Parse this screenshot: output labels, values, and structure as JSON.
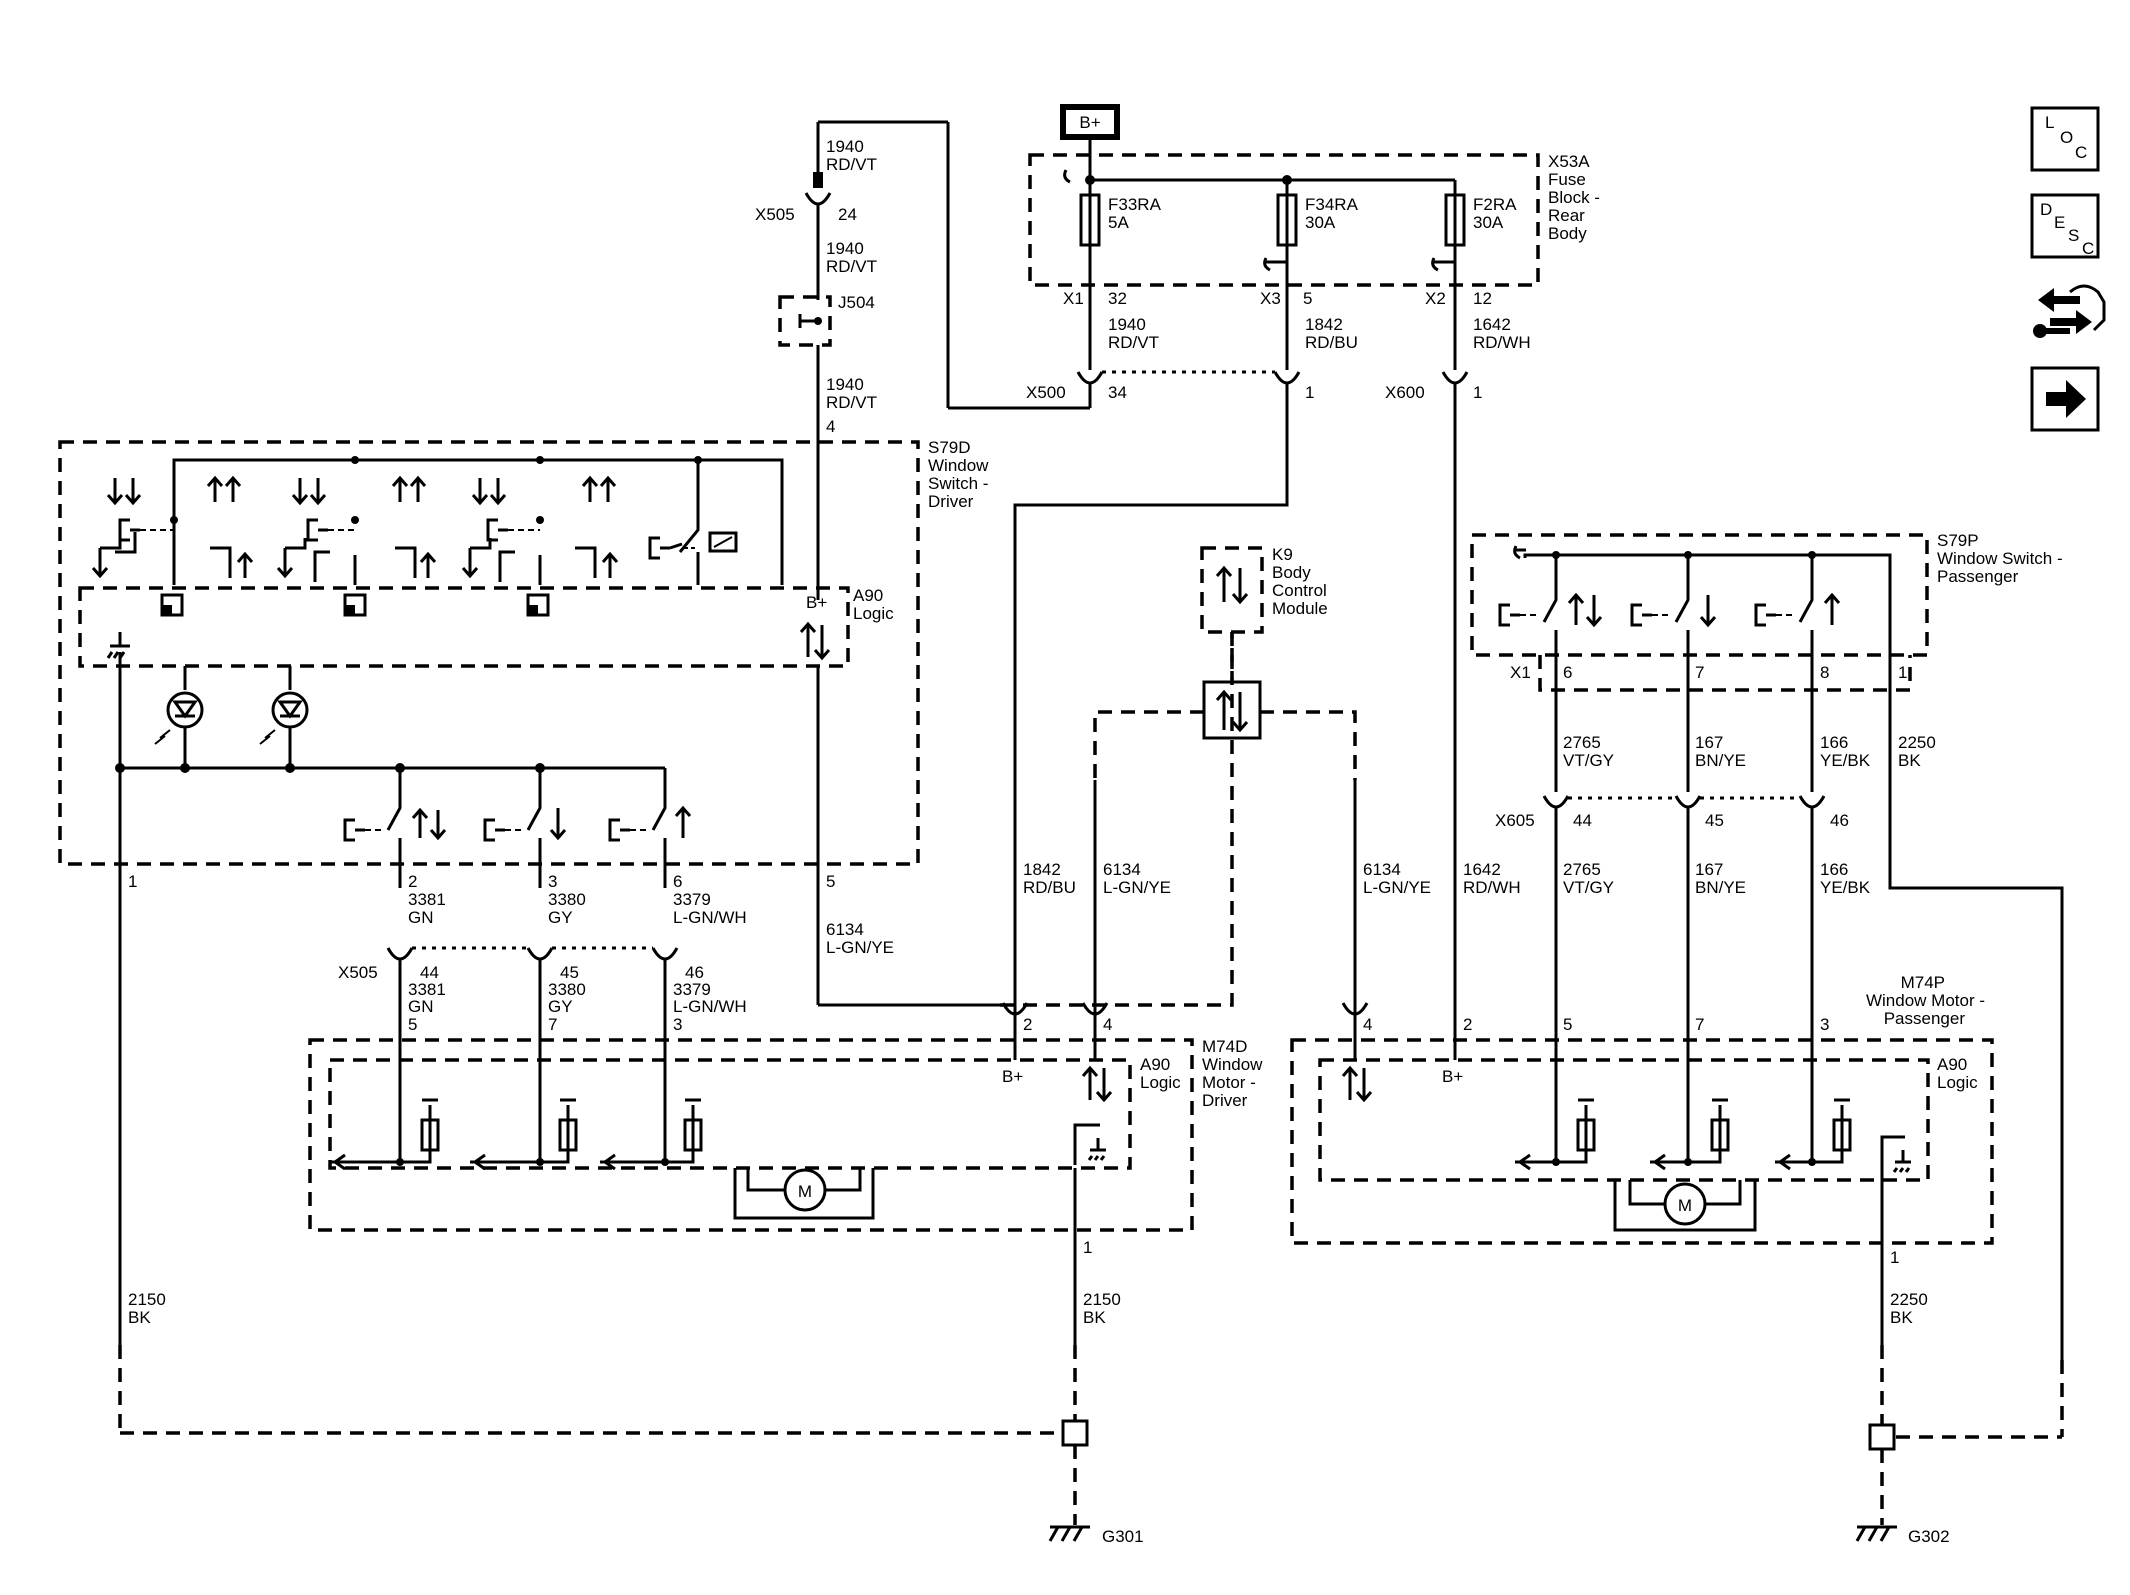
{
  "power": {
    "bplus": "B+"
  },
  "fuse_block": {
    "name": [
      "X53A",
      "Fuse",
      "Block -",
      "Rear",
      "Body"
    ],
    "fuses": [
      {
        "id": "F33RA",
        "rating": "5A"
      },
      {
        "id": "F34RA",
        "rating": "30A"
      },
      {
        "id": "F2RA",
        "rating": "30A"
      }
    ],
    "pins": [
      {
        "conn": "X1",
        "pin": "32"
      },
      {
        "conn": "X3",
        "pin": "5"
      },
      {
        "conn": "X2",
        "pin": "12"
      }
    ]
  },
  "wires": {
    "w1940_top": [
      "1940",
      "RD/VT"
    ],
    "w1940_mid": [
      "1940",
      "RD/VT"
    ],
    "w1940_low": [
      "1940",
      "RD/VT"
    ],
    "w1940_fuse": [
      "1940",
      "RD/VT"
    ],
    "w1842_fuse": [
      "1842",
      "RD/BU"
    ],
    "w1642_fuse": [
      "1642",
      "RD/WH"
    ],
    "w1842_low": [
      "1842",
      "RD/BU"
    ],
    "w6134_a": [
      "6134",
      "L-GN/YE"
    ],
    "w6134_b": [
      "6134",
      "L-GN/YE"
    ],
    "w6134_c": [
      "6134",
      "L-GN/YE"
    ],
    "w1642_low": [
      "1642",
      "RD/WH"
    ],
    "w3381_a": [
      "3381",
      "GN"
    ],
    "w3380_a": [
      "3380",
      "GY"
    ],
    "w3379_a": [
      "3379",
      "L-GN/WH"
    ],
    "w3381_b": [
      "3381",
      "GN"
    ],
    "w3380_b": [
      "3380",
      "GY"
    ],
    "w3379_b": [
      "3379",
      "L-GN/WH"
    ],
    "w2765_a": [
      "2765",
      "VT/GY"
    ],
    "w167_a": [
      "167",
      "BN/YE"
    ],
    "w166_a": [
      "166",
      "YE/BK"
    ],
    "w2250_a": [
      "2250",
      "BK"
    ],
    "w2765_b": [
      "2765",
      "VT/GY"
    ],
    "w167_b": [
      "167",
      "BN/YE"
    ],
    "w166_b": [
      "166",
      "YE/BK"
    ],
    "w2150_a": [
      "2150",
      "BK"
    ],
    "w2150_b": [
      "2150",
      "BK"
    ],
    "w2250_b": [
      "2250",
      "BK"
    ]
  },
  "connectors": {
    "x505_top": {
      "name": "X505",
      "pin": "24"
    },
    "j504": "J504",
    "x500": {
      "name": "X500",
      "pin_a": "34",
      "pin_b": "1"
    },
    "x600": {
      "name": "X600",
      "pin": "1"
    },
    "x505_low": {
      "name": "X505",
      "pins": [
        "44",
        "45",
        "46"
      ]
    },
    "x605": {
      "name": "X605",
      "pins": [
        "44",
        "45",
        "46"
      ]
    }
  },
  "switch_driver": {
    "name": [
      "S79D",
      "Window",
      "Switch -",
      "Driver"
    ],
    "logic": [
      "A90",
      "Logic"
    ],
    "bplus": "B+",
    "pin_top": "4",
    "pins_bottom": [
      "2",
      "3",
      "6"
    ],
    "pin_gnd": "1",
    "pin_data": "5"
  },
  "bcm": {
    "name": [
      "K9",
      "Body",
      "Control",
      "Module"
    ]
  },
  "switch_pass": {
    "name": [
      "S79P",
      "Window Switch -",
      "Passenger"
    ],
    "conn": "X1",
    "pins": [
      "6",
      "7",
      "8",
      "1"
    ]
  },
  "motor_driver": {
    "name": [
      "M74D",
      "Window",
      "Motor -",
      "Driver"
    ],
    "logic": [
      "A90",
      "Logic"
    ],
    "bplus": "B+",
    "pins_top": [
      "5",
      "7",
      "3"
    ],
    "pin_bplus": "2",
    "pin_data": "4",
    "pin_gnd": "1",
    "motor": "M"
  },
  "motor_pass": {
    "name": [
      "M74P",
      "Window Motor -",
      "Passenger"
    ],
    "logic": [
      "A90",
      "Logic"
    ],
    "bplus": "B+",
    "pin_data": "4",
    "pin_bplus": "2",
    "pins_top": [
      "5",
      "7",
      "3"
    ],
    "pin_gnd": "1",
    "motor": "M"
  },
  "grounds": [
    "G301",
    "G302"
  ],
  "nav": {
    "loc": [
      "L",
      "O",
      "C"
    ],
    "desc": [
      "D",
      "E",
      "S",
      "C"
    ]
  }
}
